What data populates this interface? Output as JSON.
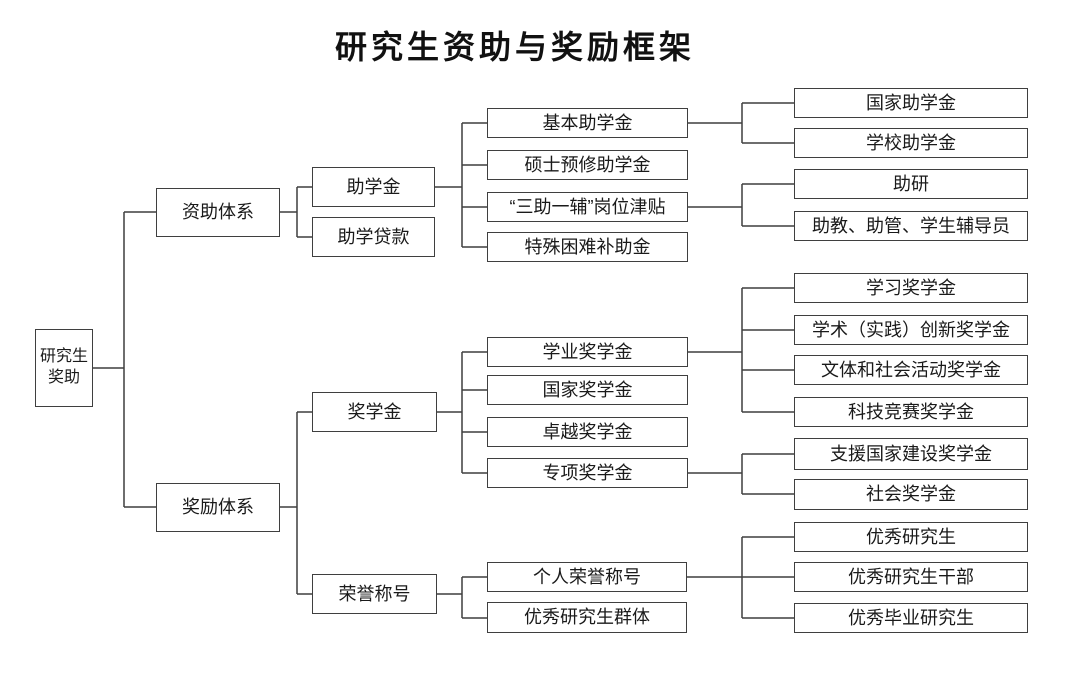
{
  "title": "研究生资助与奖励框架",
  "diagram_type": "tree",
  "tree": {
    "label": "研究生奖助",
    "children": [
      {
        "label": "资助体系",
        "children": [
          {
            "label": "助学金",
            "children": [
              {
                "label": "基本助学金",
                "children": [
                  {
                    "label": "国家助学金"
                  },
                  {
                    "label": "学校助学金"
                  }
                ]
              },
              {
                "label": "硕士预修助学金"
              },
              {
                "label": "“三助一辅”岗位津贴",
                "children": [
                  {
                    "label": "助研"
                  },
                  {
                    "label": "助教、助管、学生辅导员"
                  }
                ]
              },
              {
                "label": "特殊困难补助金"
              }
            ]
          },
          {
            "label": "助学贷款"
          }
        ]
      },
      {
        "label": "奖励体系",
        "children": [
          {
            "label": "奖学金",
            "children": [
              {
                "label": "学业奖学金",
                "children": [
                  {
                    "label": "学习奖学金"
                  },
                  {
                    "label": "学术（实践）创新奖学金"
                  },
                  {
                    "label": "文体和社会活动奖学金"
                  },
                  {
                    "label": "科技竞赛奖学金"
                  }
                ]
              },
              {
                "label": "国家奖学金"
              },
              {
                "label": "卓越奖学金"
              },
              {
                "label": "专项奖学金",
                "children": [
                  {
                    "label": "支援国家建设奖学金"
                  },
                  {
                    "label": "社会奖学金"
                  }
                ]
              }
            ]
          },
          {
            "label": "荣誉称号",
            "children": [
              {
                "label": "个人荣誉称号",
                "children": [
                  {
                    "label": "优秀研究生"
                  },
                  {
                    "label": "优秀研究生干部"
                  },
                  {
                    "label": "优秀毕业研究生"
                  }
                ]
              },
              {
                "label": "优秀研究生群体"
              }
            ]
          }
        ]
      }
    ]
  },
  "colors": {
    "line": "#3f3f3f",
    "box_background": "#ffffff",
    "text": "#1a1a1a"
  }
}
